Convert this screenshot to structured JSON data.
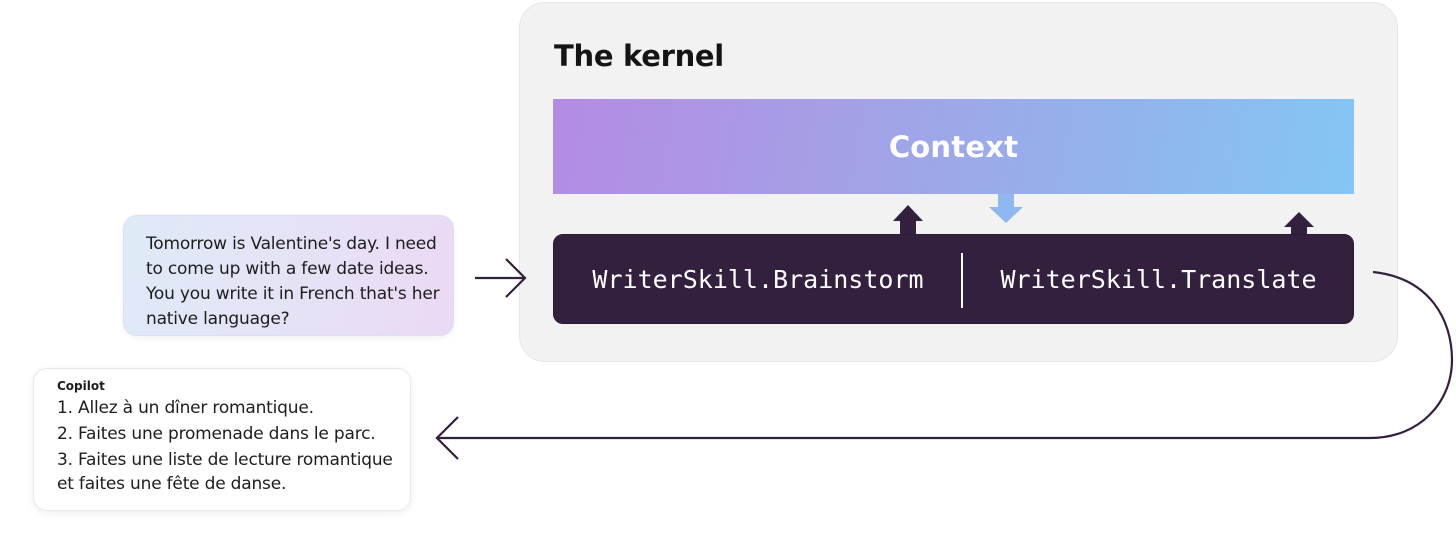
{
  "kernel": {
    "title": "The kernel",
    "context_label": "Context",
    "skills": [
      {
        "label": "WriterSkill.Brainstorm"
      },
      {
        "label": "WriterSkill.Translate"
      }
    ]
  },
  "prompt": {
    "text": "Tomorrow is Valentine's day. I need to come up with a few date ideas. You you write it in French that's her native language?"
  },
  "response": {
    "author": "Copilot",
    "items": [
      "1. Allez à un dîner romantique.",
      "2. Faites une promenade dans le parc.",
      "3. Faites une liste de lecture romantique et faites une fête de danse."
    ]
  },
  "colors": {
    "kernel_bg": "#f2f2f2",
    "skills_bg": "#33203f",
    "arrow_dark": "#33203f",
    "arrow_light": "#8fb8f0",
    "context_gradient_start": "#b48be3",
    "context_gradient_end": "#84c6f5"
  },
  "icons": {
    "input_arrow": "arrow-right-icon",
    "return_arrow": "arrow-left-icon",
    "upload_arrow": "arrow-up-icon",
    "download_arrow": "arrow-down-icon"
  }
}
